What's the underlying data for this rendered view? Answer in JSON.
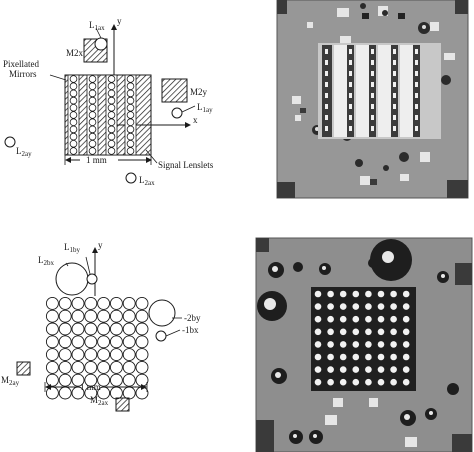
{
  "diagram_top": {
    "labels": {
      "l1ax": "L",
      "l1ax_sub": "1ax",
      "y_axis": "y",
      "x_axis": "x",
      "m2x": "M2x",
      "m2y": "M2y",
      "pixellated_mirrors_line1": "Pixellated",
      "pixellated_mirrors_line2": "Mirrors",
      "l1ay": "L",
      "l1ay_sub": "1ay",
      "l2ay": "L",
      "l2ay_sub": "2ay",
      "l2ax": "L",
      "l2ax_sub": "2ax",
      "scale": "1 mm",
      "signal_lenslets": "Signal Lenslets"
    }
  },
  "diagram_bottom": {
    "labels": {
      "l1by": "L",
      "l1by_sub": "1by",
      "l2bx": "L",
      "l2bx_sub": "2bx",
      "y_axis": "y",
      "l2by": "-2by",
      "l1bx": "-1bx",
      "m2ay": "M",
      "m2ay_sub": "2ay",
      "m2ax": "M",
      "m2ax_sub": "2ax",
      "scale": "1 mm"
    }
  },
  "colors": {
    "ink": "#1a1a1a",
    "photo_bg": "#9a9a9a",
    "photo_bg_dark": "#6e6e6e",
    "pad_light": "#e6e6e6"
  }
}
